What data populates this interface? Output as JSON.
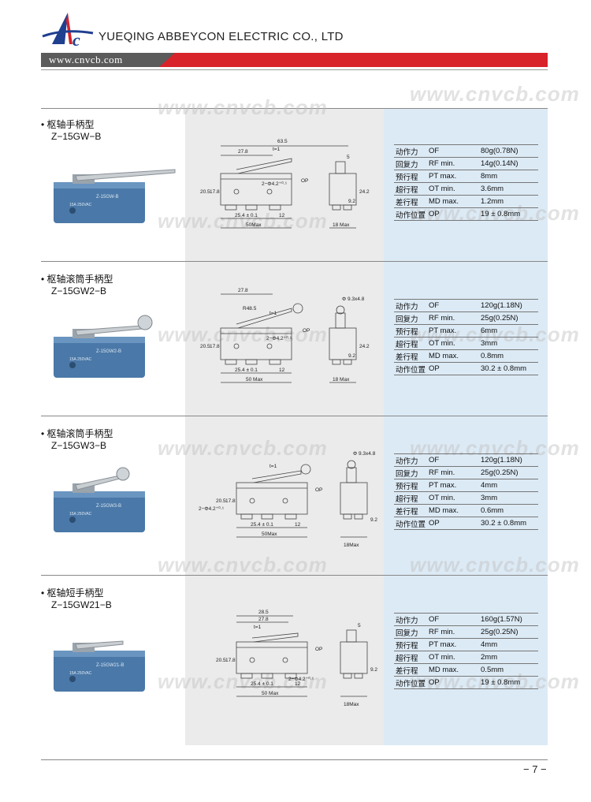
{
  "header": {
    "company": "YUEQING ABBEYCON ELECTRIC CO., LTD",
    "website": "www.cnvcb.com",
    "logo_letters": "Abc"
  },
  "watermark": "www.cnvcb.com",
  "colors": {
    "red": "#d8232a",
    "grey": "#5b5b5b",
    "blue_panel": "#dceaf5",
    "switch_blue": "#4a78a8"
  },
  "sections": [
    {
      "title": "• 枢轴手柄型",
      "model": "Z−15GW−B",
      "photo_label": "Z-15GW-B",
      "photo_rating": "15A 250VAC",
      "dims": {
        "total": "63.5",
        "lever": "27.8",
        "t": "t=1",
        "hole": "2−Φ4.2⁺⁰·¹",
        "h1": "20.5",
        "h2": "17.8",
        "op": "OP",
        "pitch": "25.4 ± 0.1",
        "end": "12",
        "len": "50Max",
        "side_w": "5",
        "side_h": "24.2",
        "side_h2": "9.2",
        "side_len": "18 Max"
      },
      "specs": [
        {
          "name": "动作力",
          "param": "OF",
          "value": "80g(0.78N)"
        },
        {
          "name": "回复力",
          "param": "RF  min.",
          "value": "14g(0.14N)"
        },
        {
          "name": "预行程",
          "param": "PT  max.",
          "value": "8mm"
        },
        {
          "name": "超行程",
          "param": "OT  min.",
          "value": "3.6mm"
        },
        {
          "name": "差行程",
          "param": "MD  max.",
          "value": "1.2mm"
        },
        {
          "name": "动作位置",
          "param": "OP",
          "value": "19 ± 0.8mm"
        }
      ]
    },
    {
      "title": "• 枢轴滚筒手柄型",
      "model": "Z−15GW2−B",
      "photo_label": "Z-15GW2-B",
      "photo_rating": "15A 250VAC",
      "dims": {
        "total": "R48.5",
        "lever": "27.8",
        "t": "t=1",
        "hole": "2−Φ4.2⁺⁰·¹",
        "h1": "20.5",
        "h2": "17.8",
        "op": "OP",
        "pitch": "25.4 ± 0.1",
        "end": "12",
        "len": "50 Max",
        "side_w": "Φ 9.3x4.8",
        "side_h": "24.2",
        "side_h2": "9.2",
        "side_len": "18 Max"
      },
      "specs": [
        {
          "name": "动作力",
          "param": "OF",
          "value": "120g(1.18N)"
        },
        {
          "name": "回复力",
          "param": "RF  min.",
          "value": "25g(0.25N)"
        },
        {
          "name": "预行程",
          "param": "PT  max.",
          "value": "6mm"
        },
        {
          "name": "超行程",
          "param": "OT  min.",
          "value": "3mm"
        },
        {
          "name": "差行程",
          "param": "MD  max.",
          "value": "0.8mm"
        },
        {
          "name": "动作位置",
          "param": "OP",
          "value": "30.2 ± 0.8mm"
        }
      ]
    },
    {
      "title": "• 枢轴滚筒手柄型",
      "model": "Z−15GW3−B",
      "photo_label": "Z-15GW3-B",
      "photo_rating": "15A 250VAC",
      "dims": {
        "total": "",
        "lever": "",
        "t": "t=1",
        "hole": "2−Φ4.2⁺⁰·¹",
        "h1": "20.5",
        "h2": "17.8",
        "op": "OP",
        "pitch": "25.4 ± 0.1",
        "end": "12",
        "len": "50Max",
        "side_w": "Φ 9.3x4.8",
        "side_h": "",
        "side_h2": "9.2",
        "side_len": "18Max"
      },
      "specs": [
        {
          "name": "动作力",
          "param": "OF",
          "value": "120g(1.18N)"
        },
        {
          "name": "回复力",
          "param": "RF  min.",
          "value": "25g(0.25N)"
        },
        {
          "name": "预行程",
          "param": "PT  max.",
          "value": "4mm"
        },
        {
          "name": "超行程",
          "param": "OT  min.",
          "value": "3mm"
        },
        {
          "name": "差行程",
          "param": "MD  max.",
          "value": "0.6mm"
        },
        {
          "name": "动作位置",
          "param": "OP",
          "value": "30.2 ± 0.8mm"
        }
      ]
    },
    {
      "title": "• 枢轴短手柄型",
      "model": "Z−15GW21−B",
      "photo_label": "Z-15GW21-B",
      "photo_rating": "15A 250VAC",
      "dims": {
        "total": "28.5",
        "lever": "27.8",
        "t": "t=1",
        "hole": "2−Φ4.2⁺⁰·¹",
        "h1": "20.5",
        "h2": "17.8",
        "op": "OP",
        "pitch": "25.4 ± 0.1",
        "end": "12",
        "len": "50 Max",
        "side_w": "5",
        "side_h": "",
        "side_h2": "9.2",
        "side_len": "18Max"
      },
      "specs": [
        {
          "name": "动作力",
          "param": "OF",
          "value": "160g(1.57N)"
        },
        {
          "name": "回复力",
          "param": "RF  min.",
          "value": "25g(0.25N)"
        },
        {
          "name": "预行程",
          "param": "PT  max.",
          "value": "4mm"
        },
        {
          "name": "超行程",
          "param": "OT  min.",
          "value": "2mm"
        },
        {
          "name": "差行程",
          "param": "MD  max.",
          "value": "0.5mm"
        },
        {
          "name": "动作位置",
          "param": "OP",
          "value": "19 ± 0.8mm"
        }
      ]
    }
  ],
  "footer": {
    "page": "− 7 −"
  }
}
